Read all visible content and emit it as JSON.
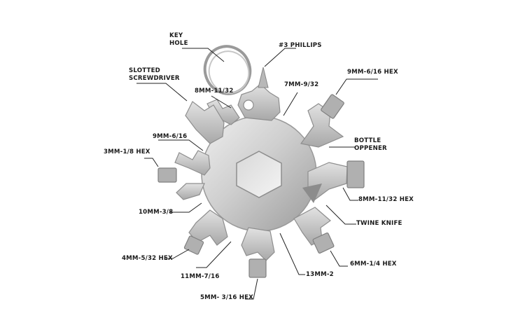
{
  "labels": {
    "key_hole": [
      "KEY",
      "HOLE"
    ],
    "phillips": "#3 PHILLIPS",
    "hex_9mm_6_16": "9MM-6/16 HEX",
    "slotted": [
      "SLOTTED",
      "SCREWDRIVER"
    ],
    "w_8mm_11_32": "8MM-11/32",
    "w_7mm_9_32": "7MM-9/32",
    "w_9mm_6_16": "9MM-6/16",
    "bottle_opener": [
      "BOTTLE",
      "OPPENER"
    ],
    "hex_3mm_1_8": "3MM-1/8 HEX",
    "hex_8mm_11_32": "8MM-11/32 HEX",
    "w_10mm_3_8": "10MM-3/8",
    "twine_knife": "TWINE KNIFE",
    "hex_4mm_5_32": "4MM-5/32 HEX",
    "w_11mm_7_16": "11MM-7/16",
    "w_13mm_2": "13MM-2",
    "hex_6mm_1_4": "6MM-1/4 HEX",
    "hex_5mm_3_16": "5MM- 3/16 HEX"
  },
  "colors": {
    "steel_light": "#e6e6e6",
    "steel_mid": "#bdbdbd",
    "steel_dark": "#8a8a8a",
    "leader_line": "#222222",
    "text": "#1a1a1a"
  }
}
